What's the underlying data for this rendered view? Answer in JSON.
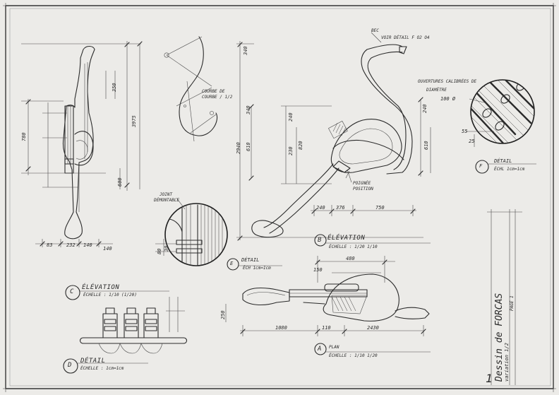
{
  "sheet": {
    "number": "1",
    "title_vertical": "Dessin de FORCAS",
    "subtitle_vertical": "variation 1/2",
    "sub2": "PAGE 1"
  },
  "views": {
    "c": {
      "letter": "C",
      "title": "ÉLÉVATION",
      "scale": "ÉCHELLE : 1/10 (1/20)"
    },
    "b": {
      "letter": "B",
      "title": "ÉLÉVATION",
      "scale": "ÉCHELLE : 1/20 1/10"
    },
    "a": {
      "letter": "A",
      "title": "PLAN",
      "scale": "ÉCHELLE : 1/10 1/20"
    },
    "d": {
      "letter": "D",
      "title": "DÉTAIL",
      "scale": "ÉCHELLE : 1cm=1cm"
    },
    "e": {
      "letter": "E",
      "title": "DÉTAIL",
      "scale": "ÉCH 1cm=1cm"
    },
    "f": {
      "letter": "F",
      "title": "DÉTAIL",
      "scale": "ÉCHL 1cm=1cm"
    }
  },
  "notes": {
    "bec": "BEC",
    "bec_detail": "VOIR DÉTAIL F O2 O4",
    "ouvertures": "OUVERTURES CALIBRÉES DE",
    "diametre": "DIAMÈTRE",
    "diam_val": "100 Ø",
    "poignee": "POIGNÉE",
    "position": "POSITION",
    "joint": "JOINT",
    "demontable": "DÉMONTABLE",
    "courbe": "COURBE DE",
    "courbe2": "COURBE / 1/2"
  },
  "dims": {
    "plan_left": "1080",
    "plan_mid": "110",
    "plan_right": "2430",
    "elev_a": "240",
    "elev_b": "376",
    "elev_c": "750",
    "elev_h1": "2940",
    "elev_h2": "610",
    "elev_h3": "340",
    "elev_h4": "340",
    "elev_h5": "230",
    "elev_h6": "820",
    "elev_h7": "240",
    "elev_r": "610",
    "elev_r2": "240",
    "plan_top": "480",
    "plan_top2": "150",
    "plan_v": "250",
    "c_h1": "3975",
    "c_h2": "780",
    "c_h3": "350",
    "c_h4": "600",
    "c_b1": "83",
    "c_b2": "232",
    "c_b3": "140",
    "c_b4": "140",
    "d_v1": "80",
    "d_v2": "30",
    "f_v1": "55",
    "f_v2": "25"
  }
}
